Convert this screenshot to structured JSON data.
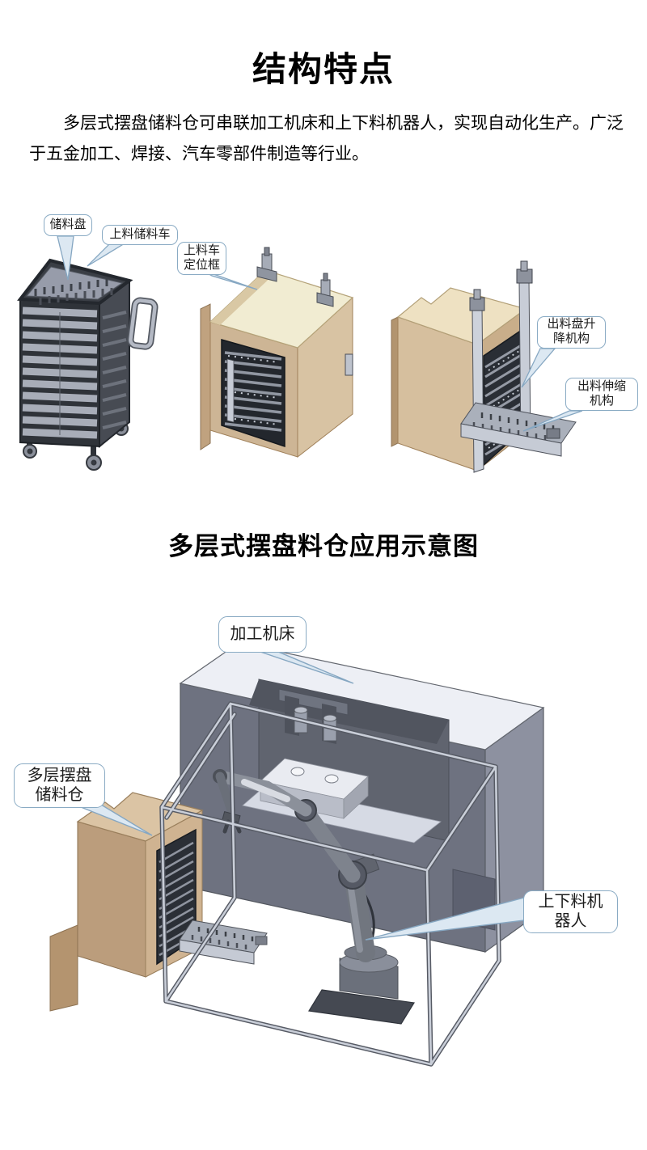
{
  "document": {
    "title": "结构特点",
    "intro_line1": "多层式摆盘储料仓可串联加工机床和上下料机器人，实现自动化生产。广泛",
    "intro_line2": "于五金加工、焊接、汽车零部件制造等行业。",
    "figure_caption": "多层式摆盘料仓应用示意图"
  },
  "figure1_callouts": {
    "storage_tray": "储料盘",
    "loading_cart": "上料储料车",
    "positioning_frame": "上料车\n定位框",
    "lift_mechanism": "出料盘升\n降机构",
    "telescopic_mechanism": "出料伸缩\n机构"
  },
  "figure2_callouts": {
    "machine_tool": "加工机床",
    "storage_magazine": "多层摆盘\n储料仓",
    "robot": "上下料机\n器人"
  },
  "colors": {
    "callout_border": "#8aabc4",
    "leader_fill": "#dce8f2",
    "leader_stroke": "#86a7c2",
    "cream_top": "#f1ecd2",
    "beige_panel": "#d8c3a3",
    "beige_dark": "#bb9d7c",
    "cart_frame_dark": "#3a3e45",
    "slat_gray": "#a8adb8",
    "machine_top": "#edeff5",
    "machine_gray": "#8d91a0",
    "machine_front": "#6e7280",
    "cage_frame": "#c9ced8",
    "robot_gray": "#71767f",
    "text": "#111111"
  }
}
